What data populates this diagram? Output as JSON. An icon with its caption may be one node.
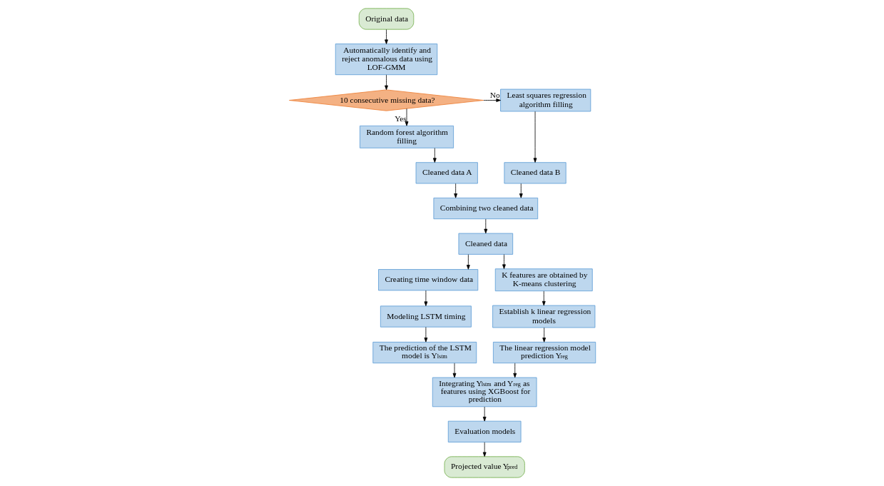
{
  "diagram": {
    "nodes": [
      {
        "text": [
          "Original data"
        ]
      },
      {
        "text": [
          "Automatically identify and reject anomalous data using LOF-GMM"
        ]
      },
      {
        "text": [
          "10 consecutive missing data?"
        ]
      },
      {
        "text": [
          "Least squares regression algorithm filling"
        ]
      },
      {
        "text": [
          "Random forest algorithm filling"
        ]
      },
      {
        "text": [
          "Cleaned data B"
        ]
      },
      {
        "text": [
          "Cleaned data A"
        ]
      },
      {
        "text": [
          "Combining two cleaned data"
        ]
      },
      {
        "text": [
          "Cleaned data"
        ]
      },
      {
        "text": [
          "Creating time window data"
        ]
      },
      {
        "text": [
          "K features are obtained by K-means clustering"
        ]
      },
      {
        "text": [
          "Modeling LSTM timing"
        ]
      },
      {
        "text": [
          "Establish k linear regression models"
        ]
      },
      {
        "text": [
          "The prediction of the LSTM model is Y$_{lstm}$"
        ]
      },
      {
        "text": [
          "The linear regression model prediction Y$_{reg}$"
        ]
      },
      {
        "text": [
          "Integrating Y$_{lstm}$ and Y$_{reg}$ as features using XGBoost for prediction"
        ]
      },
      {
        "text": [
          "Evaluation models"
        ]
      },
      {
        "text": [
          "Projected value Y$_{pred}$"
        ]
      }
    ],
    "edges": [
      {
        "from": 0,
        "to": 1,
        "arrow": "to"
      },
      {
        "from": 1,
        "to": 2,
        "arrow": "to"
      },
      {
        "from": 2,
        "to": 3,
        "arrow": "to",
        "label": "No"
      },
      {
        "from": 2,
        "to": 4,
        "arrow": "to",
        "label": "Yes"
      },
      {
        "from": 3,
        "to": 5,
        "arrow": "to"
      },
      {
        "from": 4,
        "to": 6,
        "arrow": "to"
      },
      {
        "from": 5,
        "to": 7,
        "arrow": "to"
      },
      {
        "from": 6,
        "to": 7,
        "arrow": "to"
      },
      {
        "from": 7,
        "to": 8,
        "arrow": "to"
      },
      {
        "from": 8,
        "to": 9,
        "arrow": "to"
      },
      {
        "from": 8,
        "to": 10,
        "arrow": "to"
      },
      {
        "from": 9,
        "to": 11,
        "arrow": "to"
      },
      {
        "from": 10,
        "to": 12,
        "arrow": "to"
      },
      {
        "from": 11,
        "to": 13,
        "arrow": "to"
      },
      {
        "from": 12,
        "to": 14,
        "arrow": "to"
      },
      {
        "from": 13,
        "to": 15,
        "arrow": "to"
      },
      {
        "from": 14,
        "to": 15,
        "arrow": "to"
      },
      {
        "from": 15,
        "to": 16,
        "arrow": "to"
      },
      {
        "from": 16,
        "to": 17,
        "arrow": "to"
      }
    ]
  }
}
